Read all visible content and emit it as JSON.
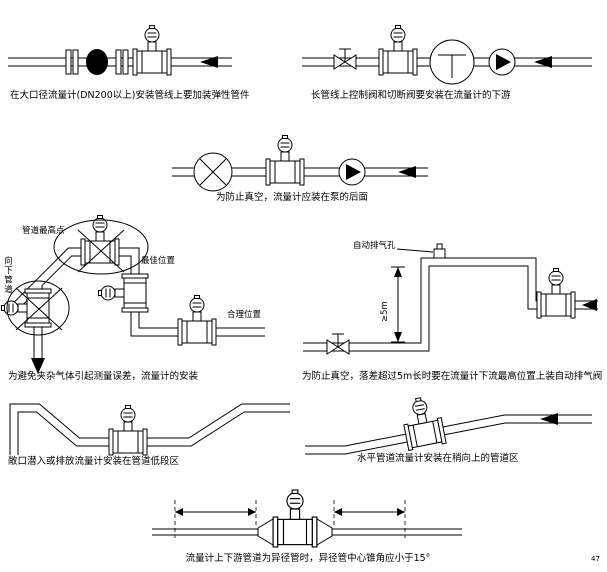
{
  "page": {
    "background": "#ffffff",
    "line_color": "#000000",
    "corner_mark": "47"
  },
  "figures": [
    {
      "caption": "在大口径流量计(DN200以上)安装管线上要加装弹性管件"
    },
    {
      "caption": "长管线上控制阀和切断阀要安装在流量计的下游"
    },
    {
      "caption": "为防止真空，流量计应装在泵的后面"
    },
    {
      "caption": "为避免夹杂气体引起测量误差，流量计的安装",
      "labels": {
        "highest_point": "管道最高点",
        "down_pipe": "向下管道",
        "best_position": "最佳位置",
        "reasonable_position": "合理位置"
      }
    },
    {
      "caption": "为防止真空，落差超过5m长时要在流量计下流最高位置上装自动排气阀",
      "labels": {
        "auto_vent": "自动排气孔",
        "drop_height": "≥5m"
      }
    },
    {
      "caption": "敞口潜入或排放流量计安装在管道低段区"
    },
    {
      "caption": "水平管道流量计安装在稍向上的管道区"
    },
    {
      "caption": "流量计上下游管道为异径管时，异径管中心锥角应小于15°"
    }
  ]
}
